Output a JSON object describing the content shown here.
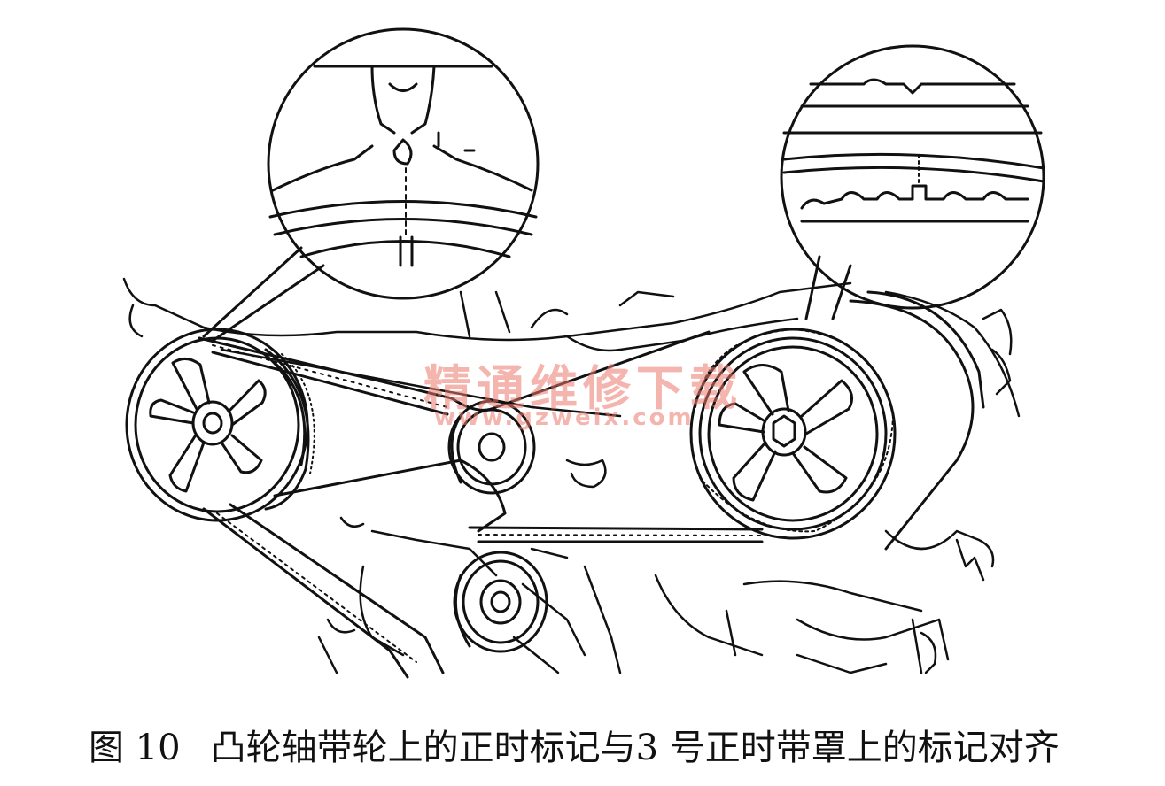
{
  "caption": {
    "figure_number": "图 10",
    "text": "凸轮轴带轮上的正时标记与3 号正时带罩上的标记对齐"
  },
  "watermark": {
    "title": "精通维修下载",
    "url": "www.gzweix.com",
    "color": "#eb786e"
  },
  "icons": [
    "camshaft-pulley-left",
    "camshaft-pulley-right",
    "idler-pulley",
    "tensioner-pulley",
    "timing-belt",
    "magnified-mark-left",
    "magnified-mark-right"
  ],
  "colors": {
    "line": "#111111",
    "background": "#ffffff"
  }
}
